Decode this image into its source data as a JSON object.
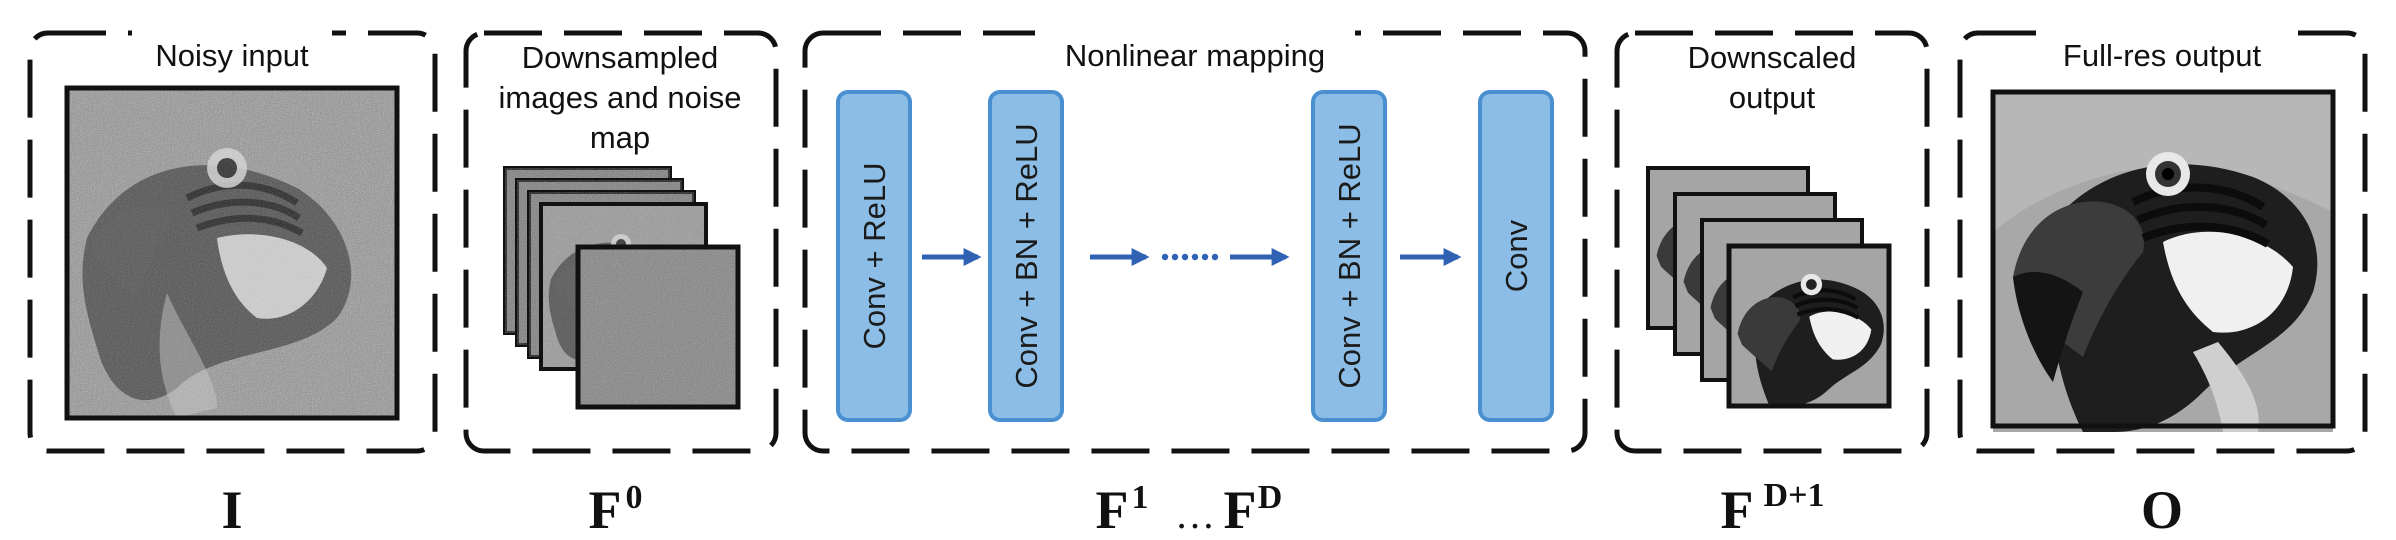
{
  "panels": {
    "noisy_input": {
      "title": "Noisy input",
      "symbol": "I"
    },
    "downsampled": {
      "title_lines": [
        "Downsampled",
        "images and noise",
        "map"
      ],
      "symbol_base": "F",
      "symbol_sup": "0"
    },
    "nonlinear": {
      "title": "Nonlinear mapping",
      "layers": [
        "Conv + ReLU",
        "Conv + BN + ReLU",
        "Conv + BN + ReLU",
        "Conv"
      ],
      "symbol_first_base": "F",
      "symbol_first_sup": "1",
      "symbol_ellipsis": "…",
      "symbol_last_base": "F",
      "symbol_last_sup": "D"
    },
    "downscaled": {
      "title_lines": [
        "Downscaled",
        "output"
      ],
      "symbol_base": "F",
      "symbol_sup": "D+1"
    },
    "full_res": {
      "title": "Full-res output",
      "symbol": "O"
    }
  },
  "colors": {
    "layer_fill": "#8bbde6",
    "layer_stroke": "#4a90d0",
    "arrow": "#2f62b3",
    "frame": "#111111"
  }
}
